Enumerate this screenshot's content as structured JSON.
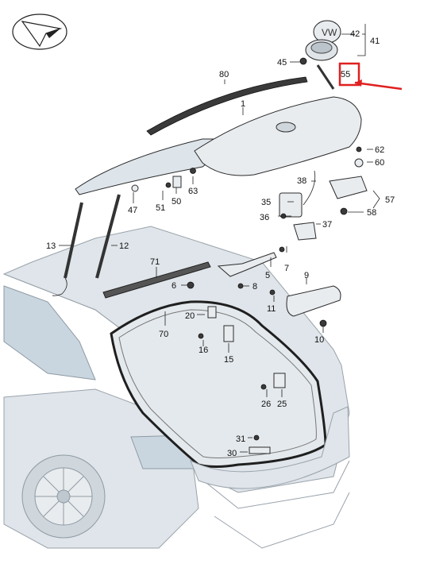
{
  "diagram": {
    "labels": {
      "p1": "1",
      "p5": "5",
      "p6": "6",
      "p7": "7",
      "p8": "8",
      "p9": "9",
      "p10": "10",
      "p11": "11",
      "p12": "12",
      "p13": "13",
      "p15": "15",
      "p16": "16",
      "p20": "20",
      "p25": "25",
      "p26": "26",
      "p30": "30",
      "p31": "31",
      "p35": "35",
      "p36": "36",
      "p37": "37",
      "p38": "38",
      "p41": "41",
      "p42": "42",
      "p45": "45",
      "p47": "47",
      "p50": "50",
      "p51": "51",
      "p55": "55",
      "p57": "57",
      "p58": "58",
      "p60": "60",
      "p62": "62",
      "p63": "63",
      "p70": "70",
      "p71": "71",
      "p80": "80"
    },
    "highlight_color": "#e02020"
  }
}
